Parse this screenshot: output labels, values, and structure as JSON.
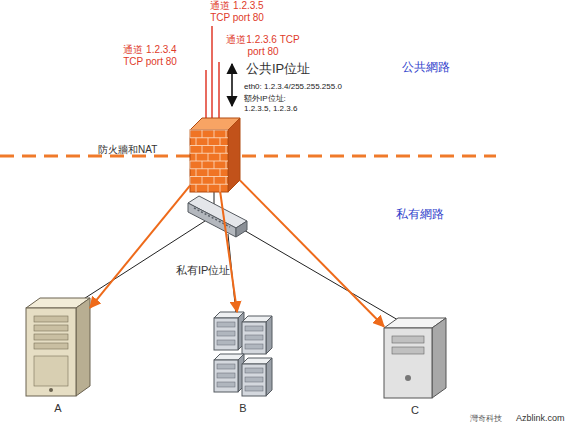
{
  "diagram": {
    "nodes": [
      {
        "text": [
          "防火牆和NAT"
        ]
      },
      {
        "text": [
          "A"
        ]
      },
      {
        "text": [
          "B"
        ]
      },
      {
        "text": [
          "C"
        ]
      }
    ],
    "edges": [
      {
        "from": 0,
        "to": 1,
        "arrow": "to"
      },
      {
        "from": 0,
        "to": 2,
        "arrow": "to"
      },
      {
        "from": 0,
        "to": 3,
        "arrow": "to"
      }
    ],
    "labels": [
      "通道 1.2.3.5 TCP port 80",
      "通道 1.2.3.4 TCP port 80",
      "通道1.2.3.6 TCP port 80",
      "公共IP位址",
      "eth0: 1.2.3.4/255.255.255.0",
      "額外IP位址: 1.2.3.5, 1.2.3.6",
      "公共網路",
      "私有網路",
      "私有IP位址",
      "灣奇科技",
      "Azblink.com"
    ]
  }
}
